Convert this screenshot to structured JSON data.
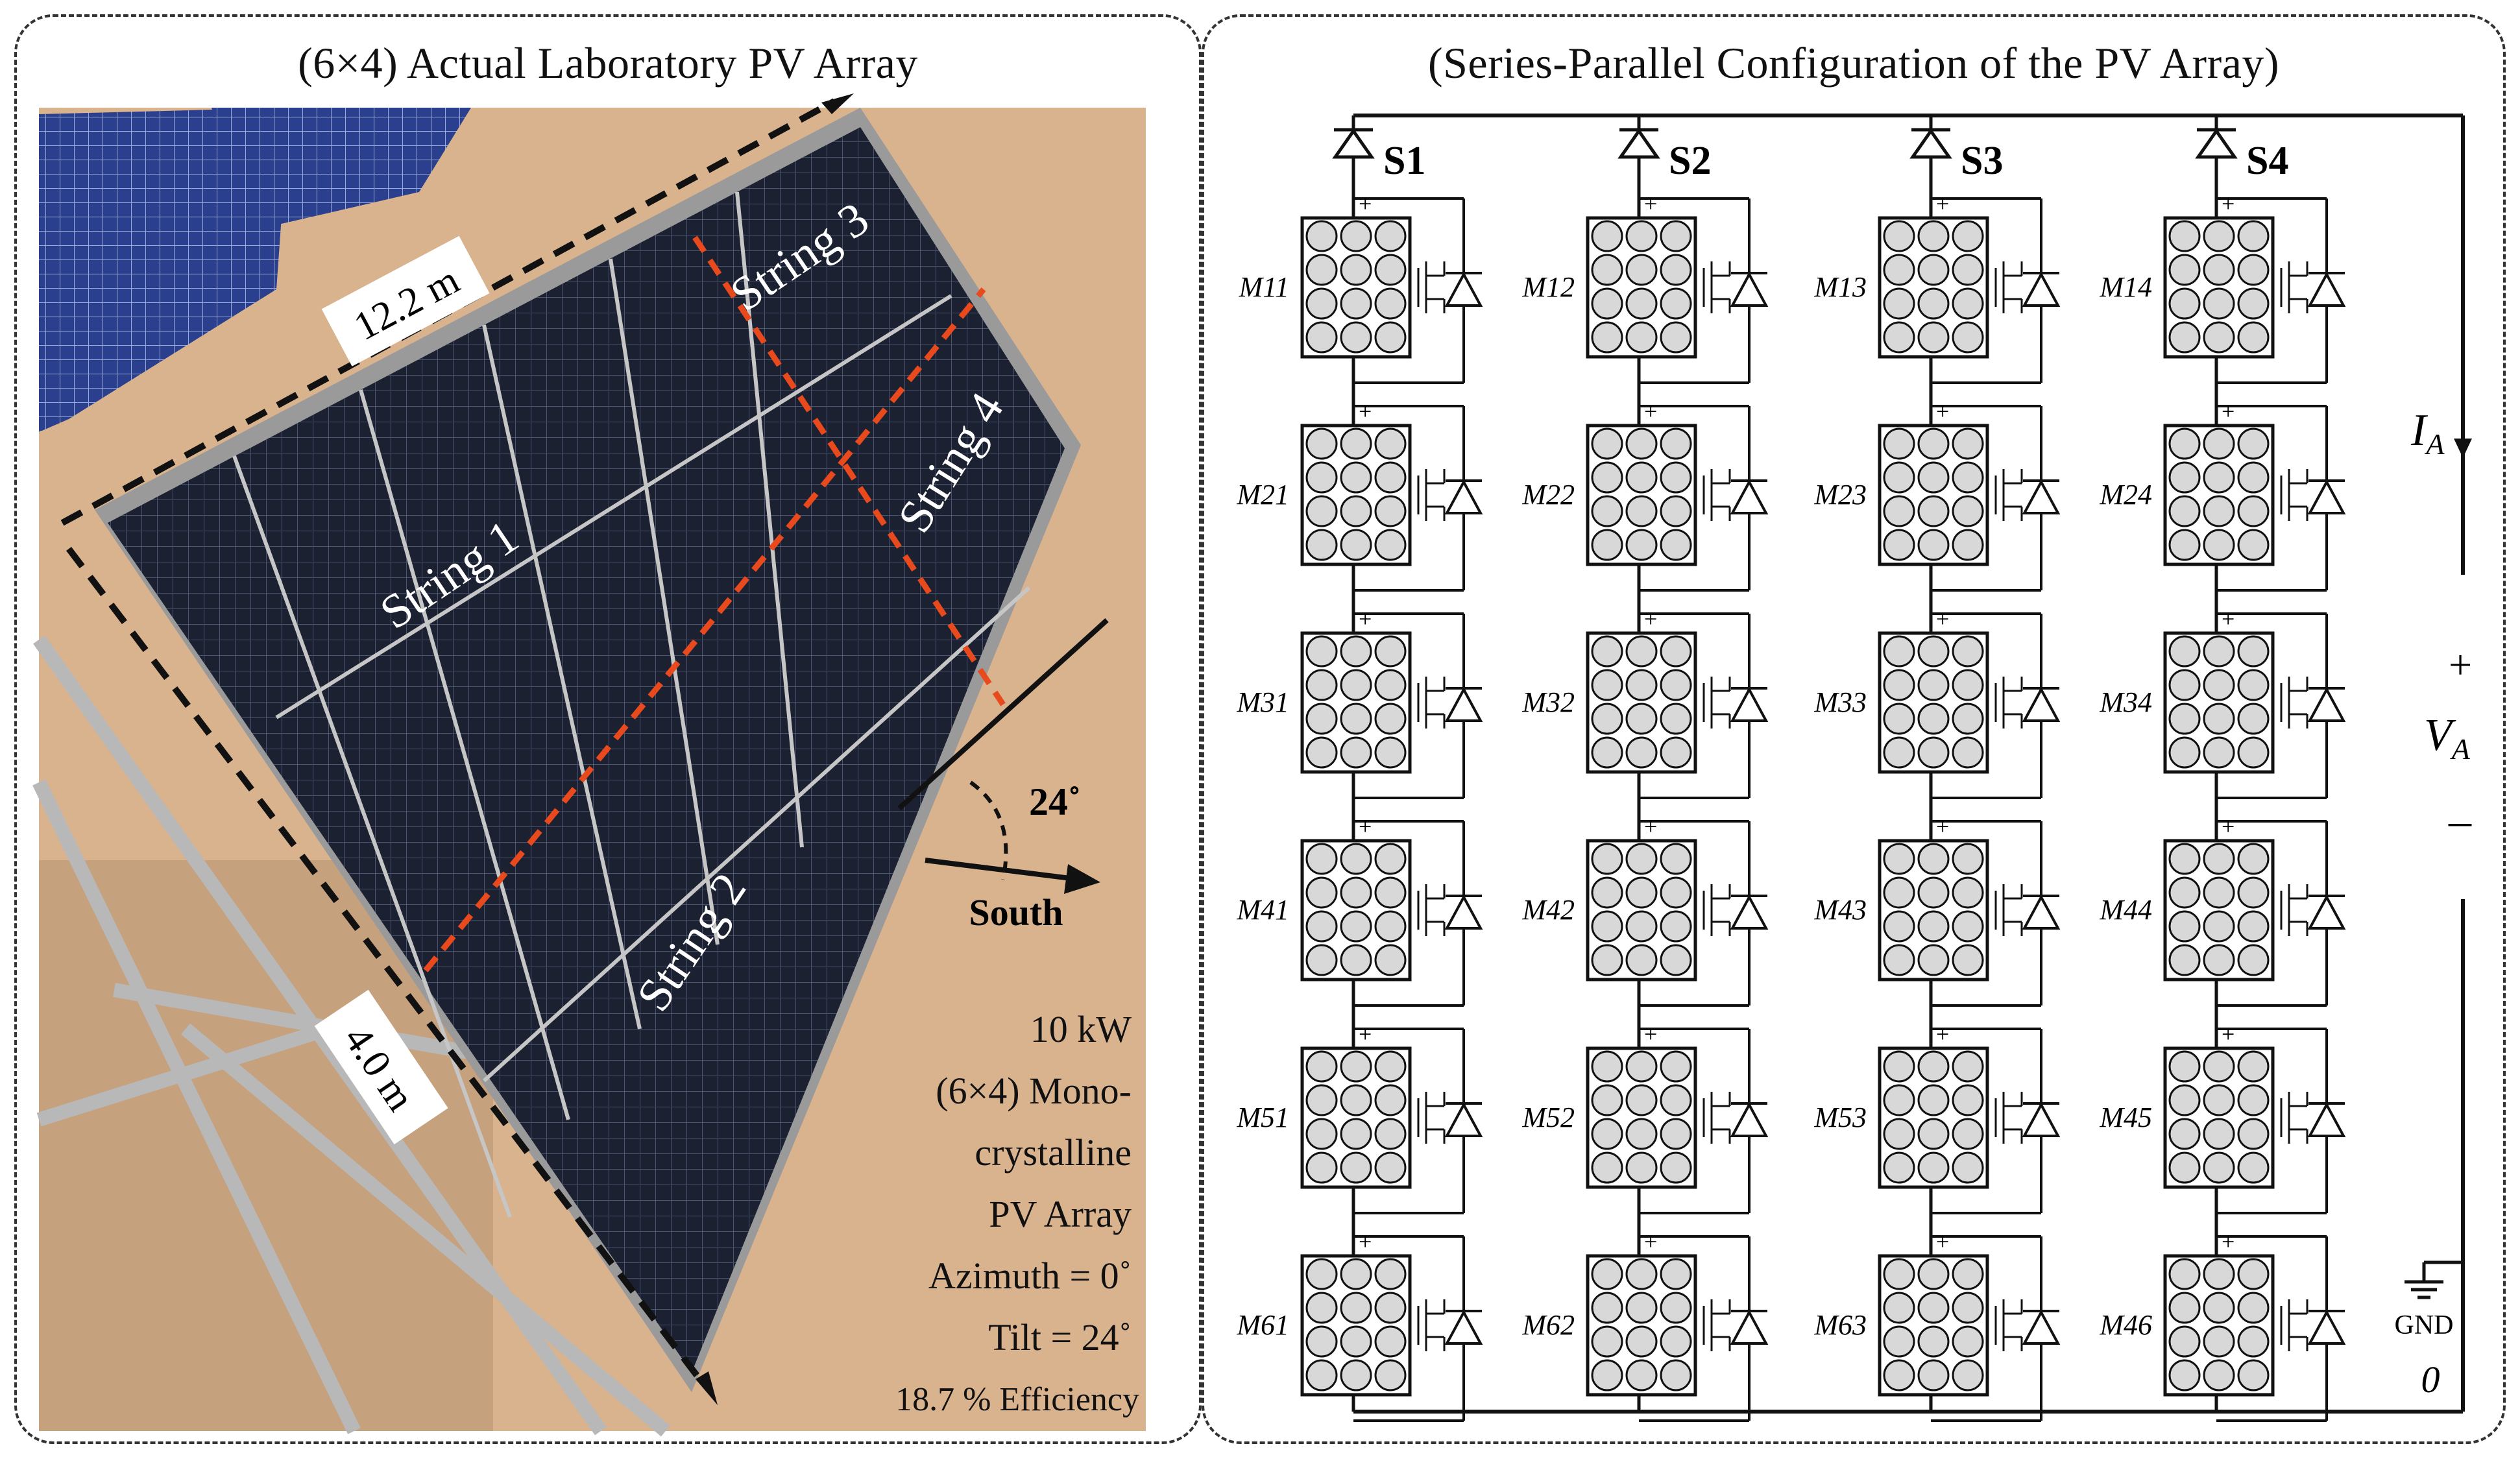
{
  "left_panel": {
    "title": "(6×4) Actual Laboratory PV Array",
    "photo": {
      "length_label": "12.2 m",
      "width_label": "4.0 m",
      "strings": [
        "String 1",
        "String 2",
        "String 3",
        "String 4"
      ],
      "tilt_angle_label": "24˚",
      "direction_label": "South"
    },
    "specs": [
      "10 kW",
      "(6×4) Mono-",
      "crystalline",
      "PV Array",
      "Azimuth = 0˚",
      "Tilt = 24˚",
      "18.7 % Efficiency"
    ]
  },
  "right_panel": {
    "title": "(Series-Parallel Configuration of the PV Array)",
    "string_labels": [
      "S1",
      "S2",
      "S3",
      "S4"
    ],
    "modules": [
      [
        "M11",
        "M12",
        "M13",
        "M14"
      ],
      [
        "M21",
        "M22",
        "M23",
        "M24"
      ],
      [
        "M31",
        "M32",
        "M33",
        "M34"
      ],
      [
        "M41",
        "M42",
        "M43",
        "M44"
      ],
      [
        "M51",
        "M52",
        "M53",
        "M45"
      ],
      [
        "M61",
        "M62",
        "M63",
        "M46"
      ]
    ],
    "current_label": "I",
    "current_sub": "A",
    "voltage_label": "V",
    "voltage_sub": "A",
    "plus_sign": "+",
    "minus_sign": "–",
    "gnd_label": "GND",
    "zero_label": "0"
  },
  "colors": {
    "line": "#111111",
    "module_fill": "#cfcfcf",
    "cell_fill": "#d8d8d8",
    "panel_dark": "#1d2233",
    "string_divider": "#e84a1e"
  }
}
